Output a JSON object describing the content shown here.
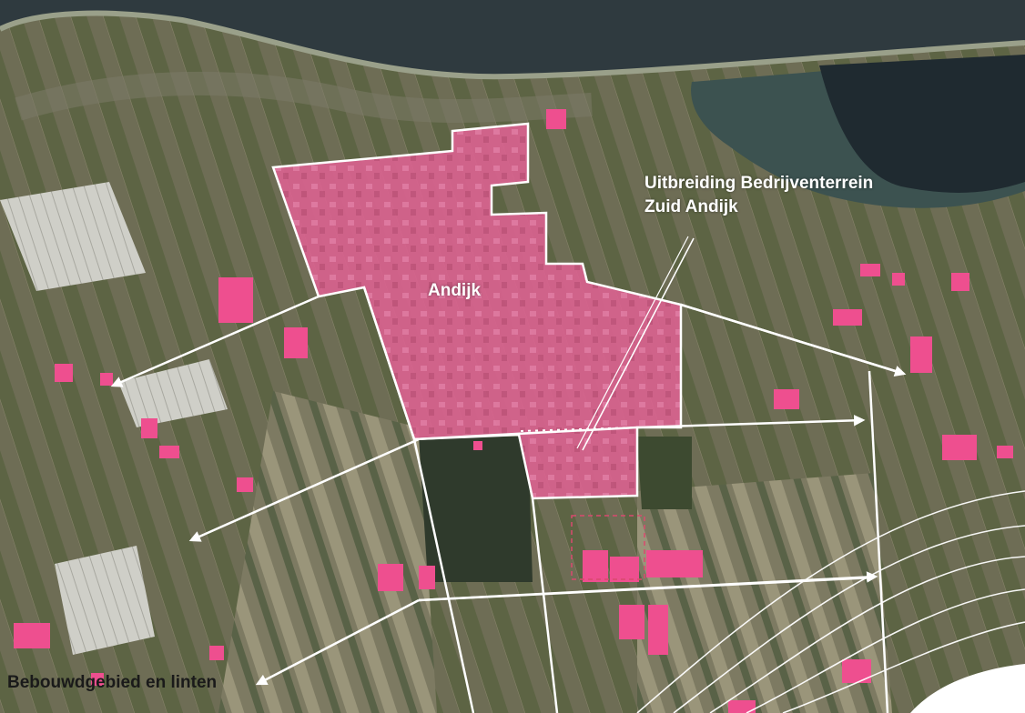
{
  "labels": {
    "town": "Andijk",
    "expansion_line1": "Uitbreiding Bedrijventerrein",
    "expansion_line2": "Zuid Andijk",
    "legend": "Bebouwdgebied en linten"
  },
  "colors": {
    "water": "#2f3a3f",
    "lake": "#3c5250",
    "farmland_dark": "#4f5a3c",
    "farmland_light": "#8c8a70",
    "built_area": "#e2669a",
    "buildings": "#ee4f8f",
    "boundary": "#ffffff"
  },
  "icons": {
    "arrow": "arrowhead-icon"
  }
}
